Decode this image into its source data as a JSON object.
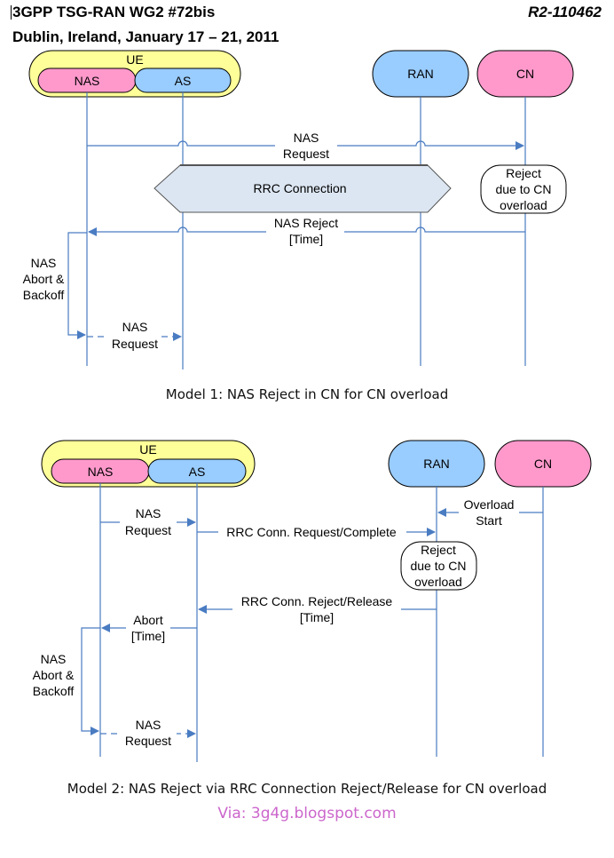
{
  "header": {
    "left": "3GPP TSG-RAN WG2 #72bis",
    "right": "R2-110462",
    "subtitle": "Dublin, Ireland, January 17 – 21, 2011"
  },
  "colors": {
    "ue_fill": "#ffff99",
    "nas_fill": "#ff99cc",
    "as_fill": "#99ccff",
    "ran_fill": "#99ccff",
    "cn_fill": "#ff99cc",
    "line": "#4a7cc2",
    "rrc_fill": "#dce6f2",
    "watermark": "#cc66cc"
  },
  "entities": {
    "ue": "UE",
    "nas": "NAS",
    "as": "AS",
    "ran": "RAN",
    "cn": "CN"
  },
  "model1": {
    "caption": "Model 1: NAS Reject in CN for CN overload",
    "msg_nas_request": [
      "NAS",
      "Request"
    ],
    "rrc_connection": "RRC Connection",
    "cn_note": [
      "Reject",
      "due to CN",
      "overload"
    ],
    "msg_nas_reject": [
      "NAS Reject",
      "[Time]"
    ],
    "abort_note": [
      "NAS",
      "Abort &",
      "Backoff"
    ],
    "msg_nas_request_retry": [
      "NAS",
      "Request"
    ]
  },
  "model2": {
    "caption": "Model 2: NAS Reject via RRC Connection Reject/Release for CN overload",
    "msg_overload_start": [
      "Overload",
      "Start"
    ],
    "msg_nas_request": [
      "NAS",
      "Request"
    ],
    "msg_rrc_request": "RRC Conn. Request/Complete",
    "ran_note": [
      "Reject",
      "due to CN",
      "overload"
    ],
    "msg_rrc_reject": [
      "RRC Conn. Reject/Release",
      "[Time]"
    ],
    "msg_abort": [
      "Abort",
      "[Time]"
    ],
    "abort_note": [
      "NAS",
      "Abort &",
      "Backoff"
    ],
    "msg_nas_request_retry": [
      "NAS",
      "Request"
    ]
  },
  "watermark": "Via: 3g4g.blogspot.com"
}
